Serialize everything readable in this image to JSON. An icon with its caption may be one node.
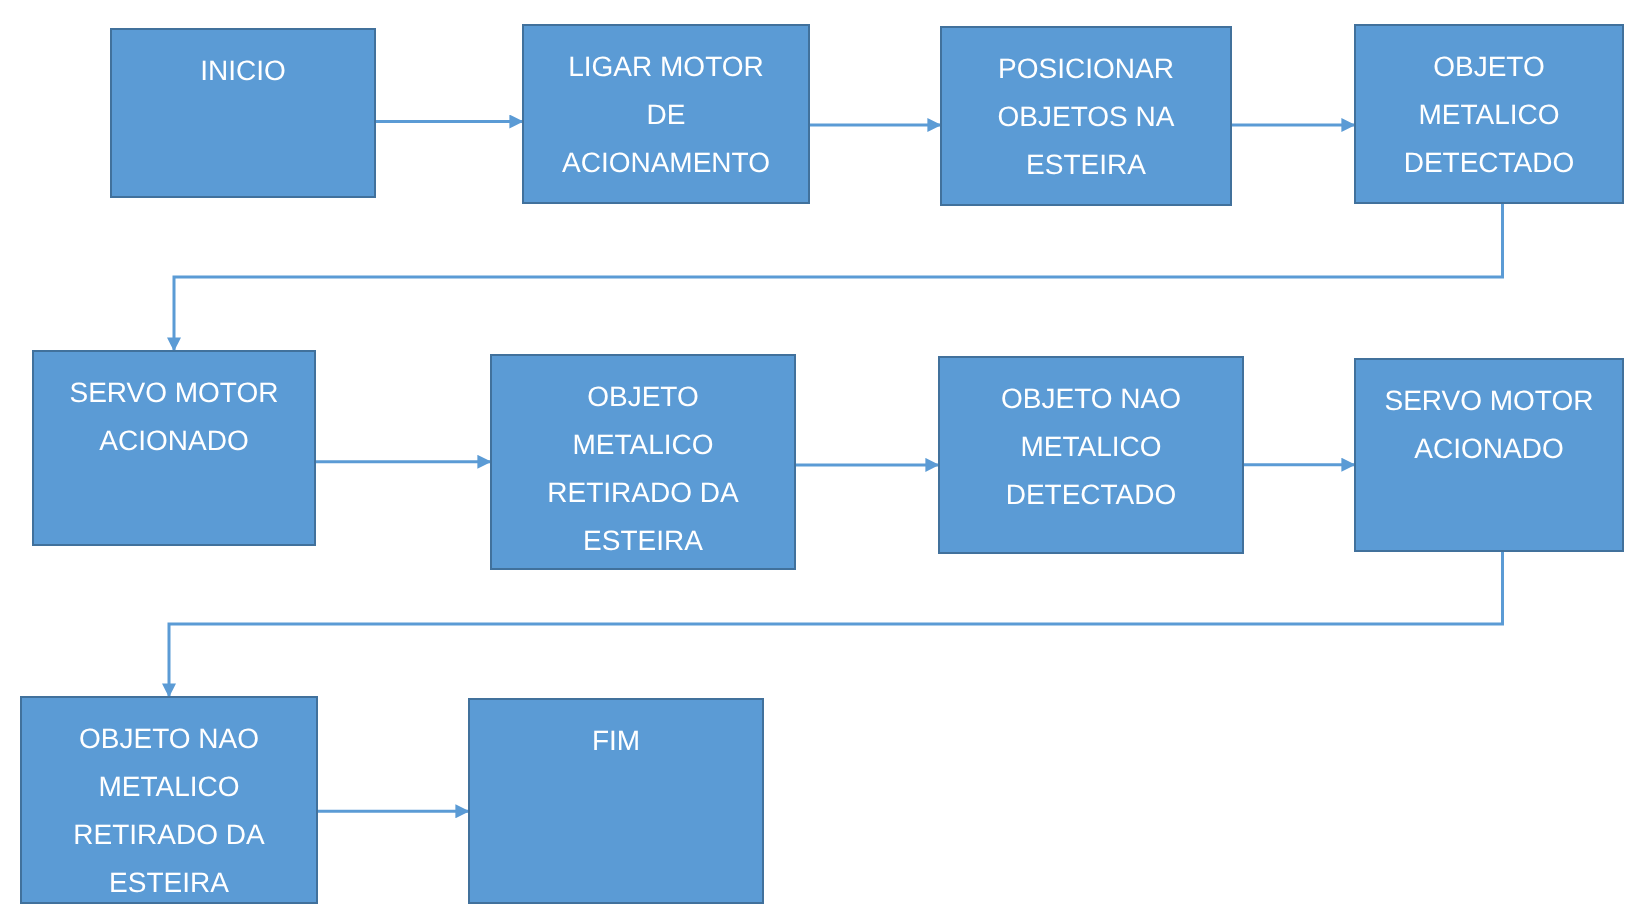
{
  "diagram": {
    "nodes": [
      {
        "text": [
          "INICIO"
        ]
      },
      {
        "text": [
          "LIGAR MOTOR DE ACIONAMENTO"
        ]
      },
      {
        "text": [
          "POSICIONAR OBJETOS NA ESTEIRA"
        ]
      },
      {
        "text": [
          "OBJETO METALICO DETECTADO"
        ]
      },
      {
        "text": [
          "SERVO MOTOR ACIONADO"
        ]
      },
      {
        "text": [
          "OBJETO METALICO RETIRADO DA ESTEIRA"
        ]
      },
      {
        "text": [
          "OBJETO NAO METALICO DETECTADO"
        ]
      },
      {
        "text": [
          "SERVO MOTOR ACIONADO"
        ]
      },
      {
        "text": [
          "OBJETO NAO METALICO RETIRADO DA ESTEIRA"
        ]
      },
      {
        "text": [
          "FIM"
        ]
      }
    ],
    "edges": [
      {
        "from": 0,
        "to": 1,
        "arrow": "to"
      },
      {
        "from": 1,
        "to": 2,
        "arrow": "to"
      },
      {
        "from": 2,
        "to": 3,
        "arrow": "to"
      },
      {
        "from": 3,
        "to": 4,
        "arrow": "to"
      },
      {
        "from": 4,
        "to": 5,
        "arrow": "to"
      },
      {
        "from": 5,
        "to": 6,
        "arrow": "to"
      },
      {
        "from": 6,
        "to": 7,
        "arrow": "to"
      },
      {
        "from": 7,
        "to": 8,
        "arrow": "to"
      },
      {
        "from": 8,
        "to": 9,
        "arrow": "to"
      }
    ]
  }
}
